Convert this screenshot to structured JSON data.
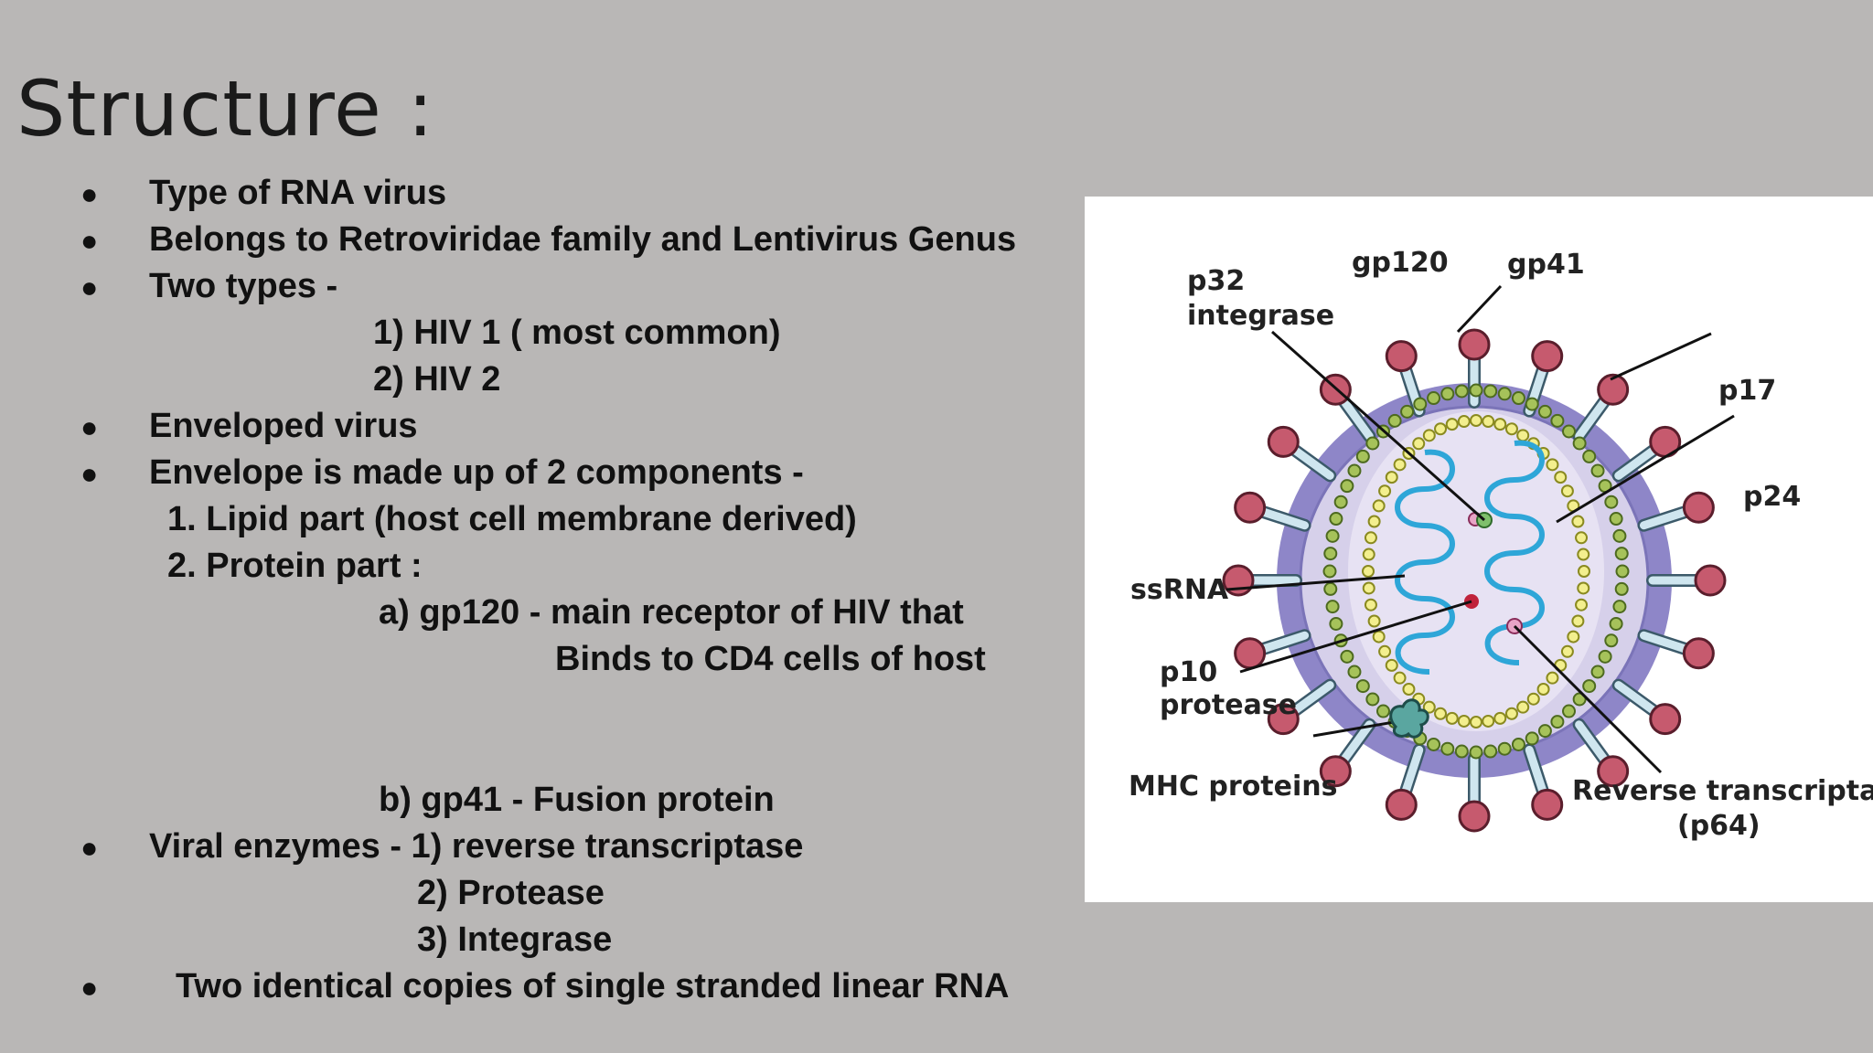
{
  "title": "Structure :",
  "bullet_char": "●",
  "lines": {
    "l1": "Type of RNA virus",
    "l2": "Belongs to Retroviridae family and Lentivirus Genus",
    "l3": "Two types -",
    "l4": "1) HIV 1   ( most common)",
    "l5": "2) HIV 2",
    "l6": "Enveloped virus",
    "l7": "Envelope is made up of 2 components -",
    "l8": "1. Lipid part (host cell membrane derived)",
    "l9": "2. Protein part :",
    "l10": "a) gp120  - main receptor of HIV that",
    "l11": "Binds to CD4 cells of host",
    "l12": "b) gp41 - Fusion protein",
    "l13": "Viral enzymes -  1) reverse transcriptase",
    "l14": "2) Protease",
    "l15": "3) Integrase",
    "l16": "Two identical copies of single stranded linear RNA"
  },
  "diagram": {
    "labels": {
      "p32": "p32",
      "integrase": "integrase",
      "gp120": "gp120",
      "gp41": "gp41",
      "p17": "p17",
      "p24": "p24",
      "ssRNA": "ssRNA",
      "p10": "p10",
      "protease": "protease",
      "mhc": "MHC proteins",
      "rt": "Reverse transcriptase",
      "p64": "(p64)"
    },
    "colors": {
      "envelope": "#8e86c8",
      "matrix": "#d6d0ea",
      "spike_stem": "#cfe6ef",
      "spike_cap": "#c65a6e",
      "capsid_outer": "#a6c25a",
      "capsid_inner": "#f3ef8e",
      "rna": "#2ea6d8"
    }
  }
}
